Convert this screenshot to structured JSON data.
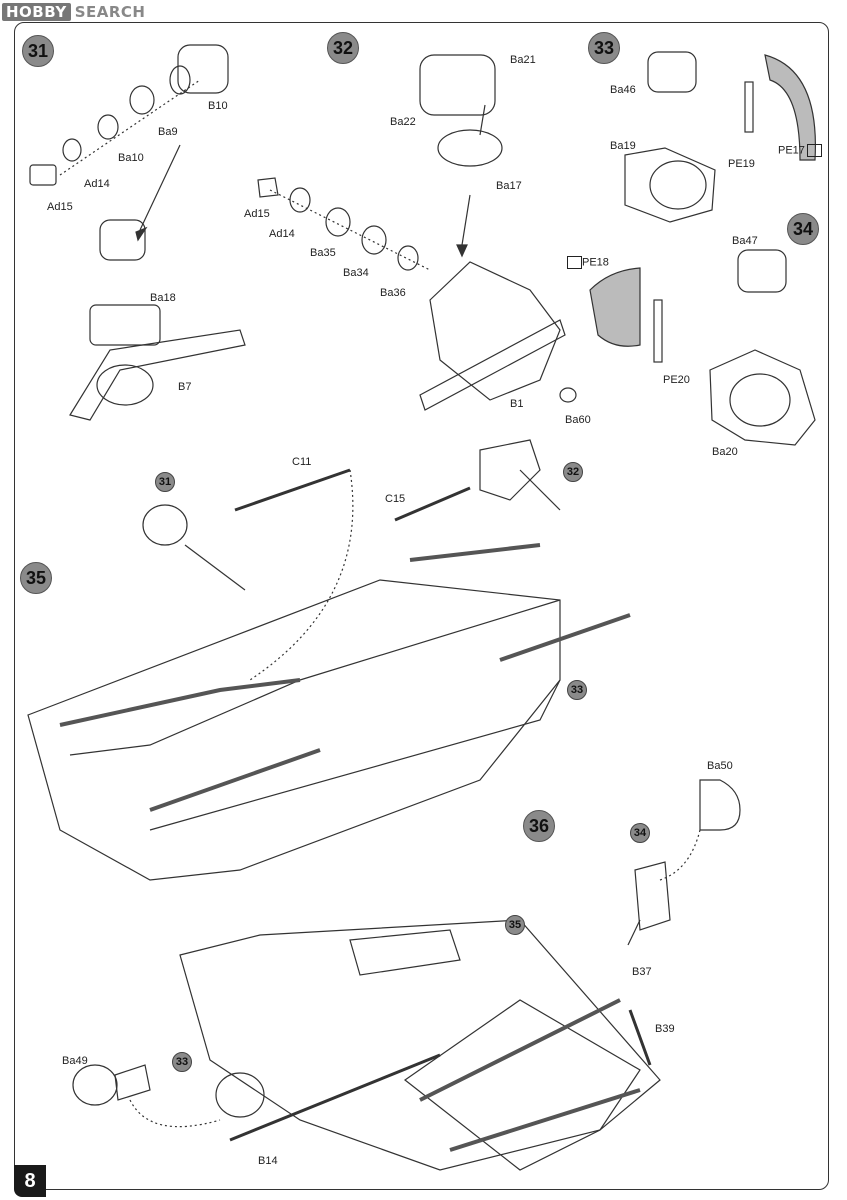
{
  "watermark": {
    "logo": "HOBBY",
    "text": "SEARCH"
  },
  "page_number": "8",
  "steps": [
    {
      "n": "31"
    },
    {
      "n": "32"
    },
    {
      "n": "33"
    },
    {
      "n": "34"
    },
    {
      "n": "35"
    },
    {
      "n": "36"
    }
  ],
  "refs": {
    "r31": "31",
    "r32": "32",
    "r33a": "33",
    "r34": "34",
    "r35": "35",
    "r33b": "33"
  },
  "parts": {
    "B10": "B10",
    "Ba9": "Ba9",
    "Ba10": "Ba10",
    "Ad14_a": "Ad14",
    "Ad15_a": "Ad15",
    "Ba18": "Ba18",
    "B7": "B7",
    "Ba21": "Ba21",
    "Ba22": "Ba22",
    "Ba17": "Ba17",
    "Ad15_b": "Ad15",
    "Ad14_b": "Ad14",
    "Ba35": "Ba35",
    "Ba34": "Ba34",
    "Ba36": "Ba36",
    "B1": "B1",
    "Ba60": "Ba60",
    "Ba46": "Ba46",
    "Ba19": "Ba19",
    "PE19_a": "PE19",
    "PE17": "PE17",
    "Ba47": "Ba47",
    "PE18": "PE18",
    "PE20": "PE20",
    "Ba20": "Ba20",
    "C11": "C11",
    "C15": "C15",
    "Ba50": "Ba50",
    "B37": "B37",
    "B39": "B39",
    "Ba49": "Ba49",
    "B14": "B14"
  }
}
